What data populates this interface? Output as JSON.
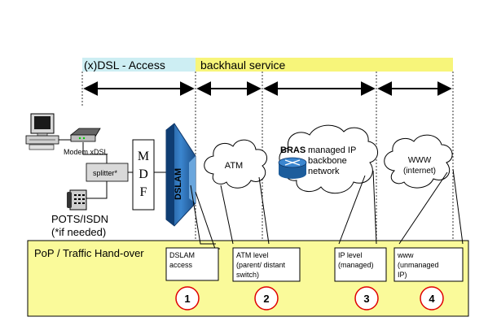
{
  "bands": {
    "access": "(x)DSL - Access",
    "backhaul": "backhaul service"
  },
  "devices": {
    "modem": "Modem xDSL",
    "splitter": "splitter*",
    "phone_line1": "POTS/ISDN",
    "phone_line2": "(*if needed)",
    "mdf": [
      "M",
      "D",
      "F"
    ],
    "dslam": "DSLAM",
    "bras": "BRAS"
  },
  "clouds": {
    "atm": "ATM",
    "ip_line1": "managed IP",
    "ip_line2": "backbone",
    "ip_line3": "network",
    "www_line1": "WWW",
    "www_line2": "(internet)"
  },
  "pop": {
    "title": "PoP / Traffic Hand-over",
    "boxes": [
      {
        "lines": [
          "DSLAM",
          "access"
        ],
        "number": "1"
      },
      {
        "lines": [
          "ATM level",
          "(parent/ distant",
          "switch)"
        ],
        "number": "2"
      },
      {
        "lines": [
          "IP level",
          "(managed)"
        ],
        "number": "3"
      },
      {
        "lines": [
          "www",
          "(unmanaged",
          "IP)"
        ],
        "number": "4"
      }
    ]
  },
  "colors": {
    "access_band": "#cdeef3",
    "backhaul_band": "#f7f57a",
    "pop_area": "#fafa9a",
    "circle_stroke": "#e00000",
    "dslam_blue": "#2a6fb5",
    "bras_blue": "#1d5d9c"
  }
}
